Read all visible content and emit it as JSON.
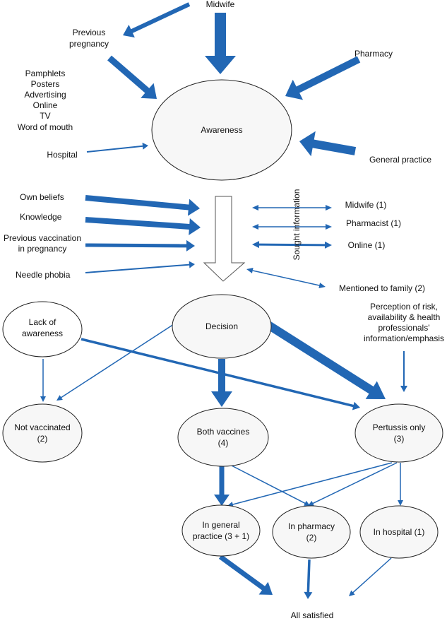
{
  "colors": {
    "arrow": "#2267b4",
    "node_stroke": "#222222",
    "text": "#111111"
  },
  "sources": {
    "midwife": "Midwife",
    "previous_pregnancy": [
      "Previous",
      "pregnancy"
    ],
    "pharmacy": "Pharmacy",
    "media": [
      "Pamphlets",
      "Posters",
      "Advertising",
      "Online",
      "TV",
      "Word of mouth"
    ],
    "hospital": "Hospital",
    "general_practice": "General practice"
  },
  "awareness": {
    "label": "Awareness"
  },
  "influences": {
    "own_beliefs": "Own beliefs",
    "knowledge": "Knowledge",
    "previous_vaccination": [
      "Previous vaccination",
      "in pregnancy"
    ],
    "needle_phobia": "Needle phobia"
  },
  "sought_information": {
    "title": "Sought information",
    "items": [
      "Midwife (1)",
      "Pharmacist (1)",
      "Online (1)"
    ]
  },
  "mentioned_to_family": "Mentioned to family (2)",
  "lack_of_awareness": [
    "Lack of",
    "awareness"
  ],
  "decision": {
    "label": "Decision"
  },
  "perception": [
    "Perception of risk,",
    "availability & health",
    "professionals'",
    "information/emphasis"
  ],
  "outcomes": {
    "not_vaccinated": [
      "Not vaccinated",
      "(2)"
    ],
    "both_vaccines": [
      "Both vaccines",
      "(4)"
    ],
    "pertussis_only": [
      "Pertussis only",
      "(3)"
    ]
  },
  "locations": {
    "general_practice": [
      "In general",
      "practice (3 + 1)"
    ],
    "pharmacy": [
      "In pharmacy",
      "(2)"
    ],
    "hospital": [
      "In hospital (1)"
    ]
  },
  "all_satisfied": "All satisfied"
}
